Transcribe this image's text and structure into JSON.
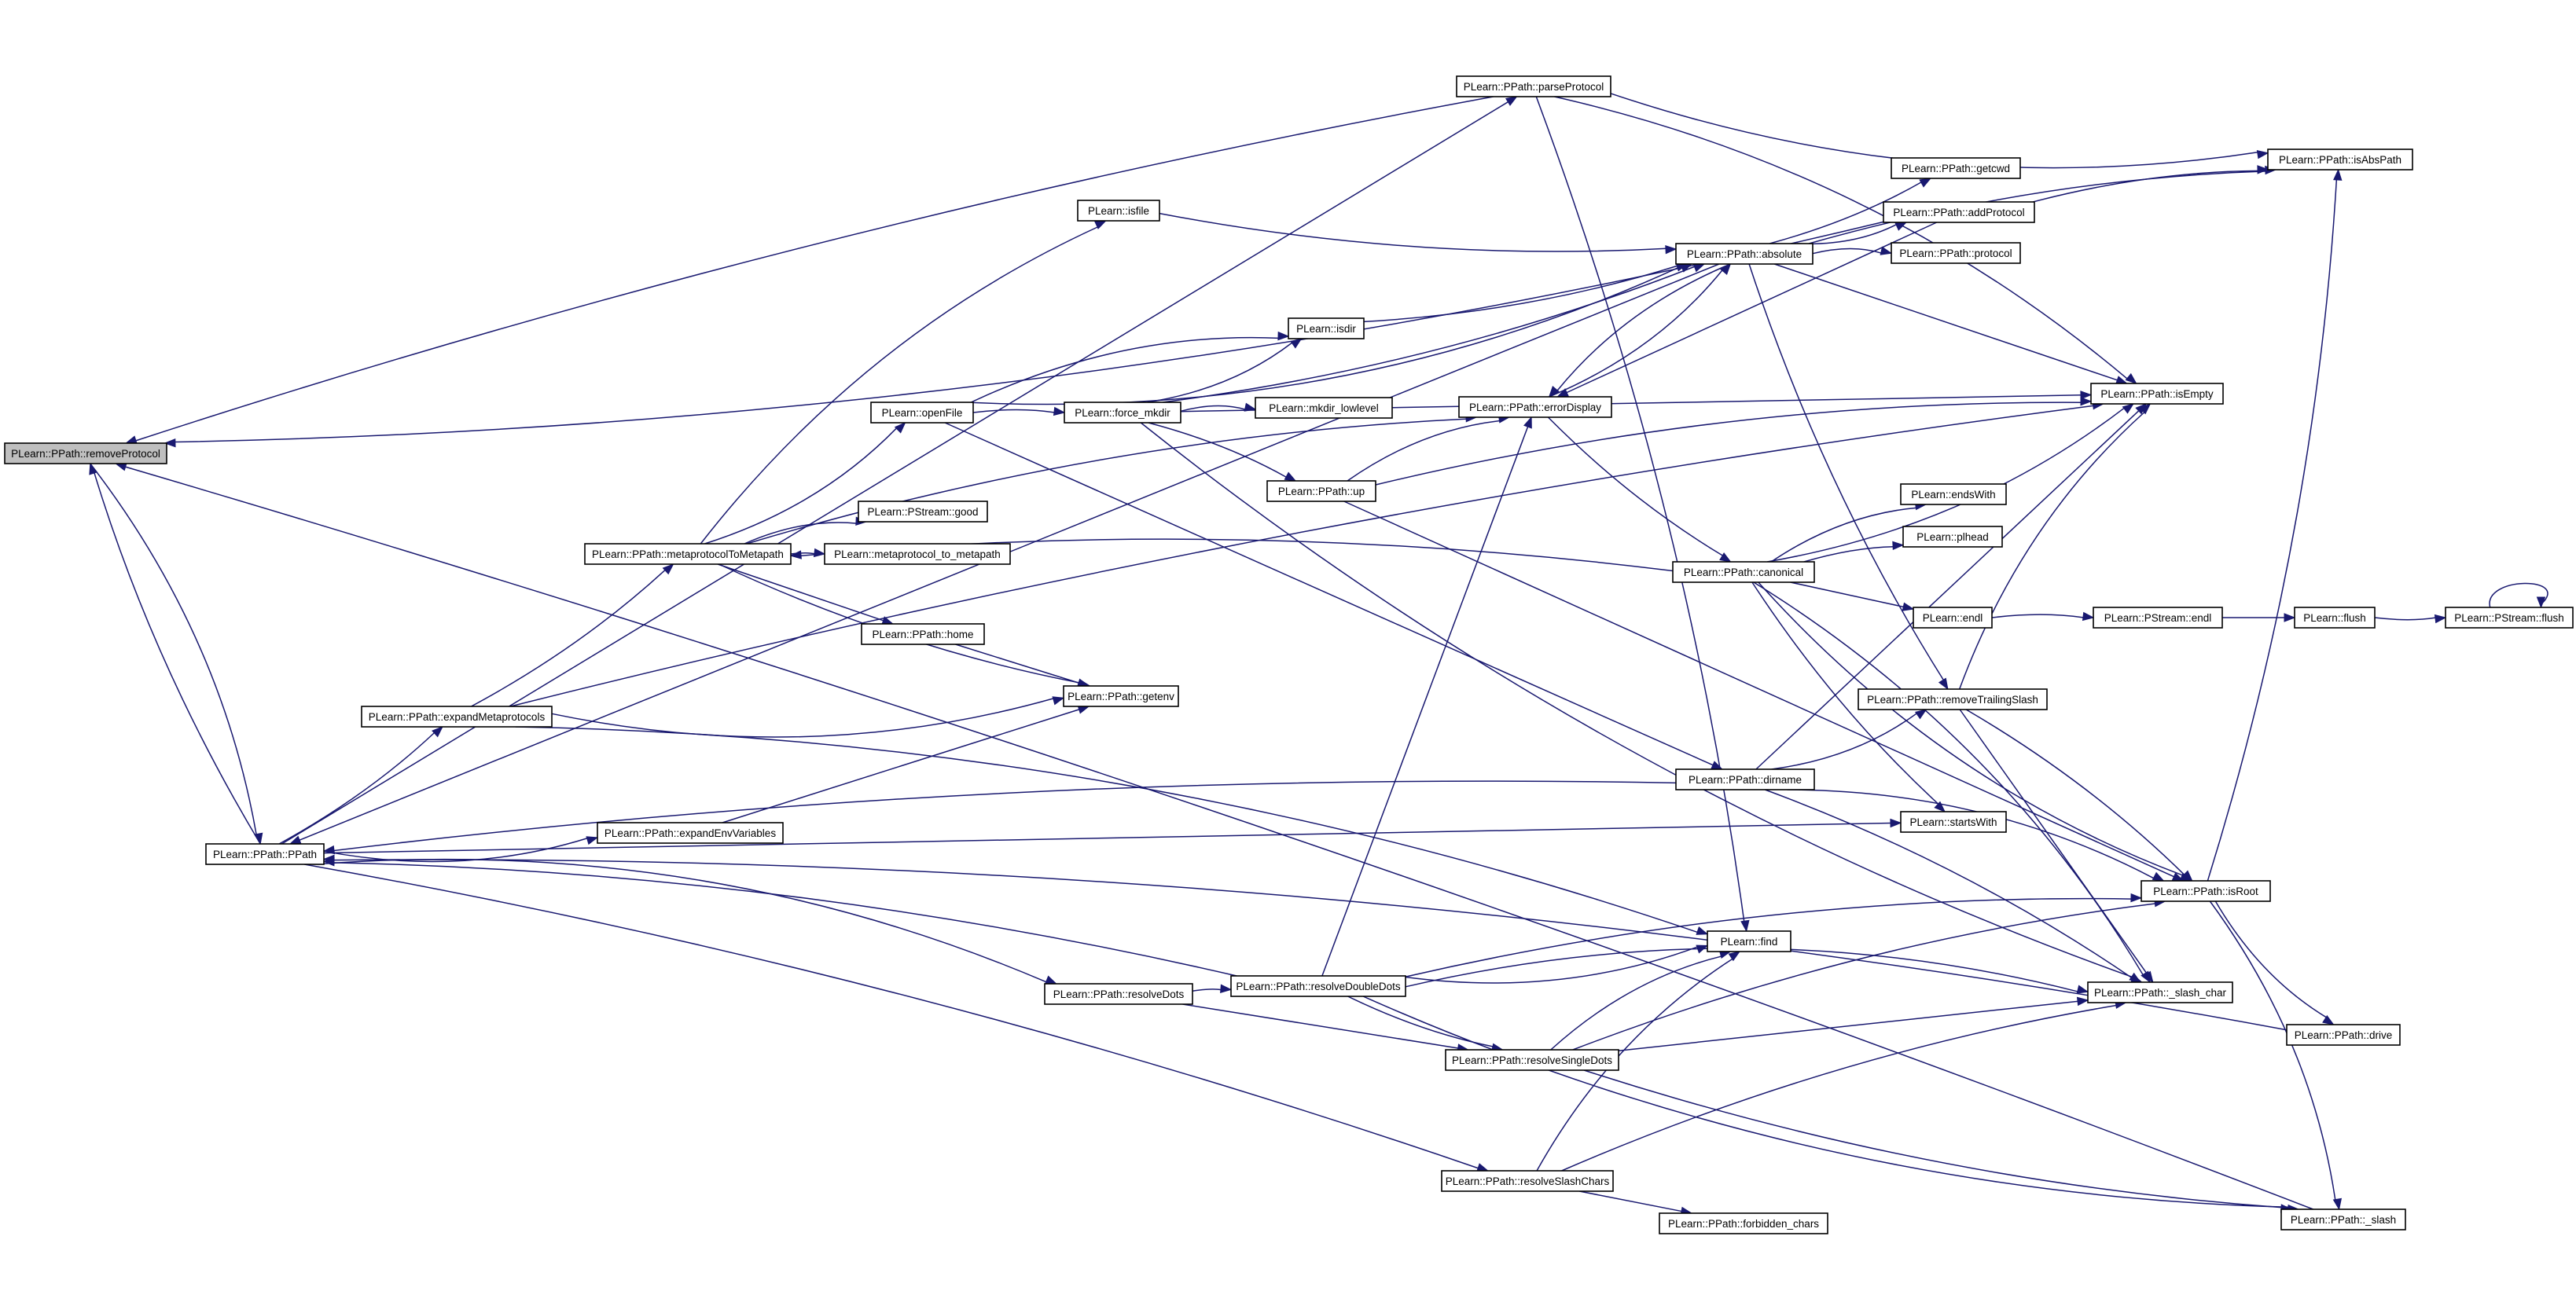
{
  "colors": {
    "edge": "#191970",
    "node_border": "#000000",
    "root_fill": "#bfbfbf",
    "node_fill": "#ffffff"
  },
  "nodes": [
    {
      "id": "removeProtocol",
      "label": "PLearn::PPath::removeProtocol",
      "root": true
    },
    {
      "id": "PPath",
      "label": "PLearn::PPath::PPath"
    },
    {
      "id": "parseProtocol",
      "label": "PLearn::PPath::parseProtocol"
    },
    {
      "id": "isfile",
      "label": "PLearn::isfile"
    },
    {
      "id": "openFile",
      "label": "PLearn::openFile"
    },
    {
      "id": "isdir",
      "label": "PLearn::isdir"
    },
    {
      "id": "force_mkdir",
      "label": "PLearn::force_mkdir"
    },
    {
      "id": "mkdir_lowlevel",
      "label": "PLearn::mkdir_lowlevel"
    },
    {
      "id": "errorDisplay",
      "label": "PLearn::PPath::errorDisplay"
    },
    {
      "id": "up",
      "label": "PLearn::PPath::up"
    },
    {
      "id": "absolute",
      "label": "PLearn::PPath::absolute"
    },
    {
      "id": "getcwd",
      "label": "PLearn::PPath::getcwd"
    },
    {
      "id": "addProtocol",
      "label": "PLearn::PPath::addProtocol"
    },
    {
      "id": "protocol",
      "label": "PLearn::PPath::protocol"
    },
    {
      "id": "isAbsPath",
      "label": "PLearn::PPath::isAbsPath"
    },
    {
      "id": "isEmpty",
      "label": "PLearn::PPath::isEmpty"
    },
    {
      "id": "PStream_good",
      "label": "PLearn::PStream::good"
    },
    {
      "id": "metaprotocolToMetapath",
      "label": "PLearn::PPath::metaprotocolToMetapath"
    },
    {
      "id": "metaprotocol_to_metapath",
      "label": "PLearn::metaprotocol_to_metapath"
    },
    {
      "id": "home",
      "label": "PLearn::PPath::home"
    },
    {
      "id": "getenv",
      "label": "PLearn::PPath::getenv"
    },
    {
      "id": "expandMetaprotocols",
      "label": "PLearn::PPath::expandMetaprotocols"
    },
    {
      "id": "expandEnvVariables",
      "label": "PLearn::PPath::expandEnvVariables"
    },
    {
      "id": "canonical",
      "label": "PLearn::PPath::canonical"
    },
    {
      "id": "endsWith",
      "label": "PLearn::endsWith"
    },
    {
      "id": "plhead",
      "label": "PLearn::plhead"
    },
    {
      "id": "endl",
      "label": "PLearn::endl"
    },
    {
      "id": "PStream_endl",
      "label": "PLearn::PStream::endl"
    },
    {
      "id": "flush",
      "label": "PLearn::flush"
    },
    {
      "id": "PStream_flush",
      "label": "PLearn::PStream::flush"
    },
    {
      "id": "removeTrailingSlash",
      "label": "PLearn::PPath::removeTrailingSlash"
    },
    {
      "id": "dirname",
      "label": "PLearn::PPath::dirname"
    },
    {
      "id": "startsWith",
      "label": "PLearn::startsWith"
    },
    {
      "id": "isRoot",
      "label": "PLearn::PPath::isRoot"
    },
    {
      "id": "find",
      "label": "PLearn::find"
    },
    {
      "id": "resolveDots",
      "label": "PLearn::PPath::resolveDots"
    },
    {
      "id": "resolveDoubleDots",
      "label": "PLearn::PPath::resolveDoubleDots"
    },
    {
      "id": "slash_char",
      "label": "PLearn::PPath::_slash_char"
    },
    {
      "id": "resolveSingleDots",
      "label": "PLearn::PPath::resolveSingleDots"
    },
    {
      "id": "drive",
      "label": "PLearn::PPath::drive"
    },
    {
      "id": "resolveSlashChars",
      "label": "PLearn::PPath::resolveSlashChars"
    },
    {
      "id": "forbidden_chars",
      "label": "PLearn::PPath::forbidden_chars"
    },
    {
      "id": "slash",
      "label": "PLearn::PPath::_slash"
    }
  ],
  "edges": [
    {
      "from": "removeProtocol",
      "to": "PPath"
    },
    {
      "from": "PPath",
      "to": "removeProtocol"
    },
    {
      "from": "PPath",
      "to": "parseProtocol"
    },
    {
      "from": "PPath",
      "to": "expandMetaprotocols"
    },
    {
      "from": "PPath",
      "to": "expandEnvVariables"
    },
    {
      "from": "PPath",
      "to": "resolveDots"
    },
    {
      "from": "PPath",
      "to": "resolveSlashChars"
    },
    {
      "from": "PPath",
      "to": "startsWith"
    },
    {
      "from": "parseProtocol",
      "to": "removeProtocol"
    },
    {
      "from": "parseProtocol",
      "to": "isAbsPath"
    },
    {
      "from": "parseProtocol",
      "to": "isEmpty"
    },
    {
      "from": "parseProtocol",
      "to": "find"
    },
    {
      "from": "absolute",
      "to": "PPath"
    },
    {
      "from": "absolute",
      "to": "getcwd"
    },
    {
      "from": "absolute",
      "to": "addProtocol"
    },
    {
      "from": "absolute",
      "to": "protocol"
    },
    {
      "from": "absolute",
      "to": "isAbsPath"
    },
    {
      "from": "absolute",
      "to": "isEmpty"
    },
    {
      "from": "absolute",
      "to": "removeTrailingSlash"
    },
    {
      "from": "absolute",
      "to": "errorDisplay"
    },
    {
      "from": "addProtocol",
      "to": "removeProtocol"
    },
    {
      "from": "addProtocol",
      "to": "isAbsPath"
    },
    {
      "from": "addProtocol",
      "to": "errorDisplay"
    },
    {
      "from": "isfile",
      "to": "absolute"
    },
    {
      "from": "openFile",
      "to": "absolute"
    },
    {
      "from": "openFile",
      "to": "isdir"
    },
    {
      "from": "openFile",
      "to": "force_mkdir"
    },
    {
      "from": "openFile",
      "to": "dirname"
    },
    {
      "from": "isdir",
      "to": "absolute"
    },
    {
      "from": "force_mkdir",
      "to": "isdir"
    },
    {
      "from": "force_mkdir",
      "to": "mkdir_lowlevel"
    },
    {
      "from": "force_mkdir",
      "to": "up"
    },
    {
      "from": "force_mkdir",
      "to": "isEmpty"
    },
    {
      "from": "force_mkdir",
      "to": "absolute"
    },
    {
      "from": "force_mkdir",
      "to": "slash_char"
    },
    {
      "from": "up",
      "to": "errorDisplay"
    },
    {
      "from": "up",
      "to": "isEmpty"
    },
    {
      "from": "up",
      "to": "isRoot"
    },
    {
      "from": "errorDisplay",
      "to": "canonical"
    },
    {
      "from": "errorDisplay",
      "to": "absolute"
    },
    {
      "from": "metaprotocolToMetapath",
      "to": "PStream_good"
    },
    {
      "from": "metaprotocolToMetapath",
      "to": "metaprotocol_to_metapath"
    },
    {
      "from": "metaprotocolToMetapath",
      "to": "home"
    },
    {
      "from": "metaprotocolToMetapath",
      "to": "getenv"
    },
    {
      "from": "metaprotocolToMetapath",
      "to": "openFile"
    },
    {
      "from": "metaprotocolToMetapath",
      "to": "isfile"
    },
    {
      "from": "metaprotocolToMetapath",
      "to": "errorDisplay"
    },
    {
      "from": "home",
      "to": "getenv"
    },
    {
      "from": "expandMetaprotocols",
      "to": "metaprotocolToMetapath"
    },
    {
      "from": "expandMetaprotocols",
      "to": "getenv"
    },
    {
      "from": "expandMetaprotocols",
      "to": "find"
    },
    {
      "from": "expandMetaprotocols",
      "to": "isEmpty"
    },
    {
      "from": "expandEnvVariables",
      "to": "getenv"
    },
    {
      "from": "canonical",
      "to": "metaprotocolToMetapath"
    },
    {
      "from": "canonical",
      "to": "isEmpty"
    },
    {
      "from": "canonical",
      "to": "endsWith"
    },
    {
      "from": "canonical",
      "to": "plhead"
    },
    {
      "from": "canonical",
      "to": "endl"
    },
    {
      "from": "canonical",
      "to": "startsWith"
    },
    {
      "from": "canonical",
      "to": "isRoot"
    },
    {
      "from": "canonical",
      "to": "slash_char"
    },
    {
      "from": "endl",
      "to": "PStream_endl"
    },
    {
      "from": "PStream_endl",
      "to": "flush"
    },
    {
      "from": "flush",
      "to": "PStream_flush"
    },
    {
      "from": "PStream_flush",
      "to": "PStream_flush"
    },
    {
      "from": "removeTrailingSlash",
      "to": "isEmpty"
    },
    {
      "from": "removeTrailingSlash",
      "to": "isRoot"
    },
    {
      "from": "removeTrailingSlash",
      "to": "slash_char"
    },
    {
      "from": "dirname",
      "to": "PPath"
    },
    {
      "from": "dirname",
      "to": "removeTrailingSlash"
    },
    {
      "from": "dirname",
      "to": "isRoot"
    },
    {
      "from": "dirname",
      "to": "slash_char"
    },
    {
      "from": "dirname",
      "to": "isEmpty"
    },
    {
      "from": "isRoot",
      "to": "isAbsPath"
    },
    {
      "from": "isRoot",
      "to": "drive"
    },
    {
      "from": "isRoot",
      "to": "slash"
    },
    {
      "from": "resolveDots",
      "to": "resolveDoubleDots"
    },
    {
      "from": "resolveDots",
      "to": "resolveSingleDots"
    },
    {
      "from": "resolveDoubleDots",
      "to": "PPath"
    },
    {
      "from": "resolveDoubleDots",
      "to": "find"
    },
    {
      "from": "resolveDoubleDots",
      "to": "slash_char"
    },
    {
      "from": "resolveDoubleDots",
      "to": "isRoot"
    },
    {
      "from": "resolveDoubleDots",
      "to": "errorDisplay"
    },
    {
      "from": "resolveDoubleDots",
      "to": "resolveSingleDots"
    },
    {
      "from": "resolveDoubleDots",
      "to": "slash"
    },
    {
      "from": "resolveSingleDots",
      "to": "find"
    },
    {
      "from": "resolveSingleDots",
      "to": "isRoot"
    },
    {
      "from": "resolveSingleDots",
      "to": "slash_char"
    },
    {
      "from": "resolveSingleDots",
      "to": "slash"
    },
    {
      "from": "drive",
      "to": "PPath"
    },
    {
      "from": "resolveSlashChars",
      "to": "find"
    },
    {
      "from": "resolveSlashChars",
      "to": "slash_char"
    },
    {
      "from": "resolveSlashChars",
      "to": "forbidden_chars"
    },
    {
      "from": "slash",
      "to": "removeProtocol"
    }
  ]
}
